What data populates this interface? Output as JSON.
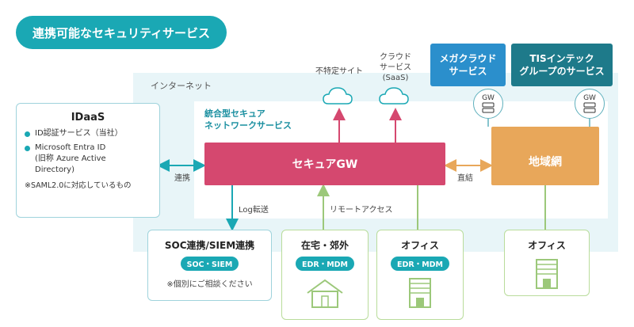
{
  "title": "連携可能なセキュリティサービス",
  "internet_label": "インターネット",
  "secure_network_label_1": "統合型セキュア",
  "secure_network_label_2": "ネットワークサービス",
  "secure_gw": "セキュアGW",
  "regional_network": "地域網",
  "clouds": {
    "unspecified": "不特定サイト",
    "cloud_1": "クラウド",
    "cloud_2": "サービス",
    "cloud_3": "(SaaS)"
  },
  "services": {
    "mega_1": "メガクラウド",
    "mega_2": "サービス",
    "tis_1": "TISインテック",
    "tis_2": "グループのサービス",
    "gw": "GW"
  },
  "idaas": {
    "title": "IDaaS",
    "item1": "ID認証サービス（当社）",
    "item2_1": "Microsoft Entra ID",
    "item2_2": "(旧称 Azure Active",
    "item2_3": "Directory)",
    "note": "※SAML2.0に対応しているもの"
  },
  "connectors": {
    "link": "連携",
    "direct": "直結",
    "log": "Log転送",
    "remote": "リモートアクセス"
  },
  "soc": {
    "title": "SOC連携/SIEM連携",
    "badge": "SOC・SIEM",
    "note": "※個別にご相談ください"
  },
  "home": {
    "title": "在宅・郊外",
    "badge": "EDR・MDM"
  },
  "office1": {
    "title": "オフィス",
    "badge": "EDR・MDM"
  },
  "office2": {
    "title": "オフィス"
  },
  "colors": {
    "teal": "#1aa8b4",
    "gw_pink": "#d5486f",
    "region_orange": "#e8a75a",
    "green": "#9cc87a"
  }
}
